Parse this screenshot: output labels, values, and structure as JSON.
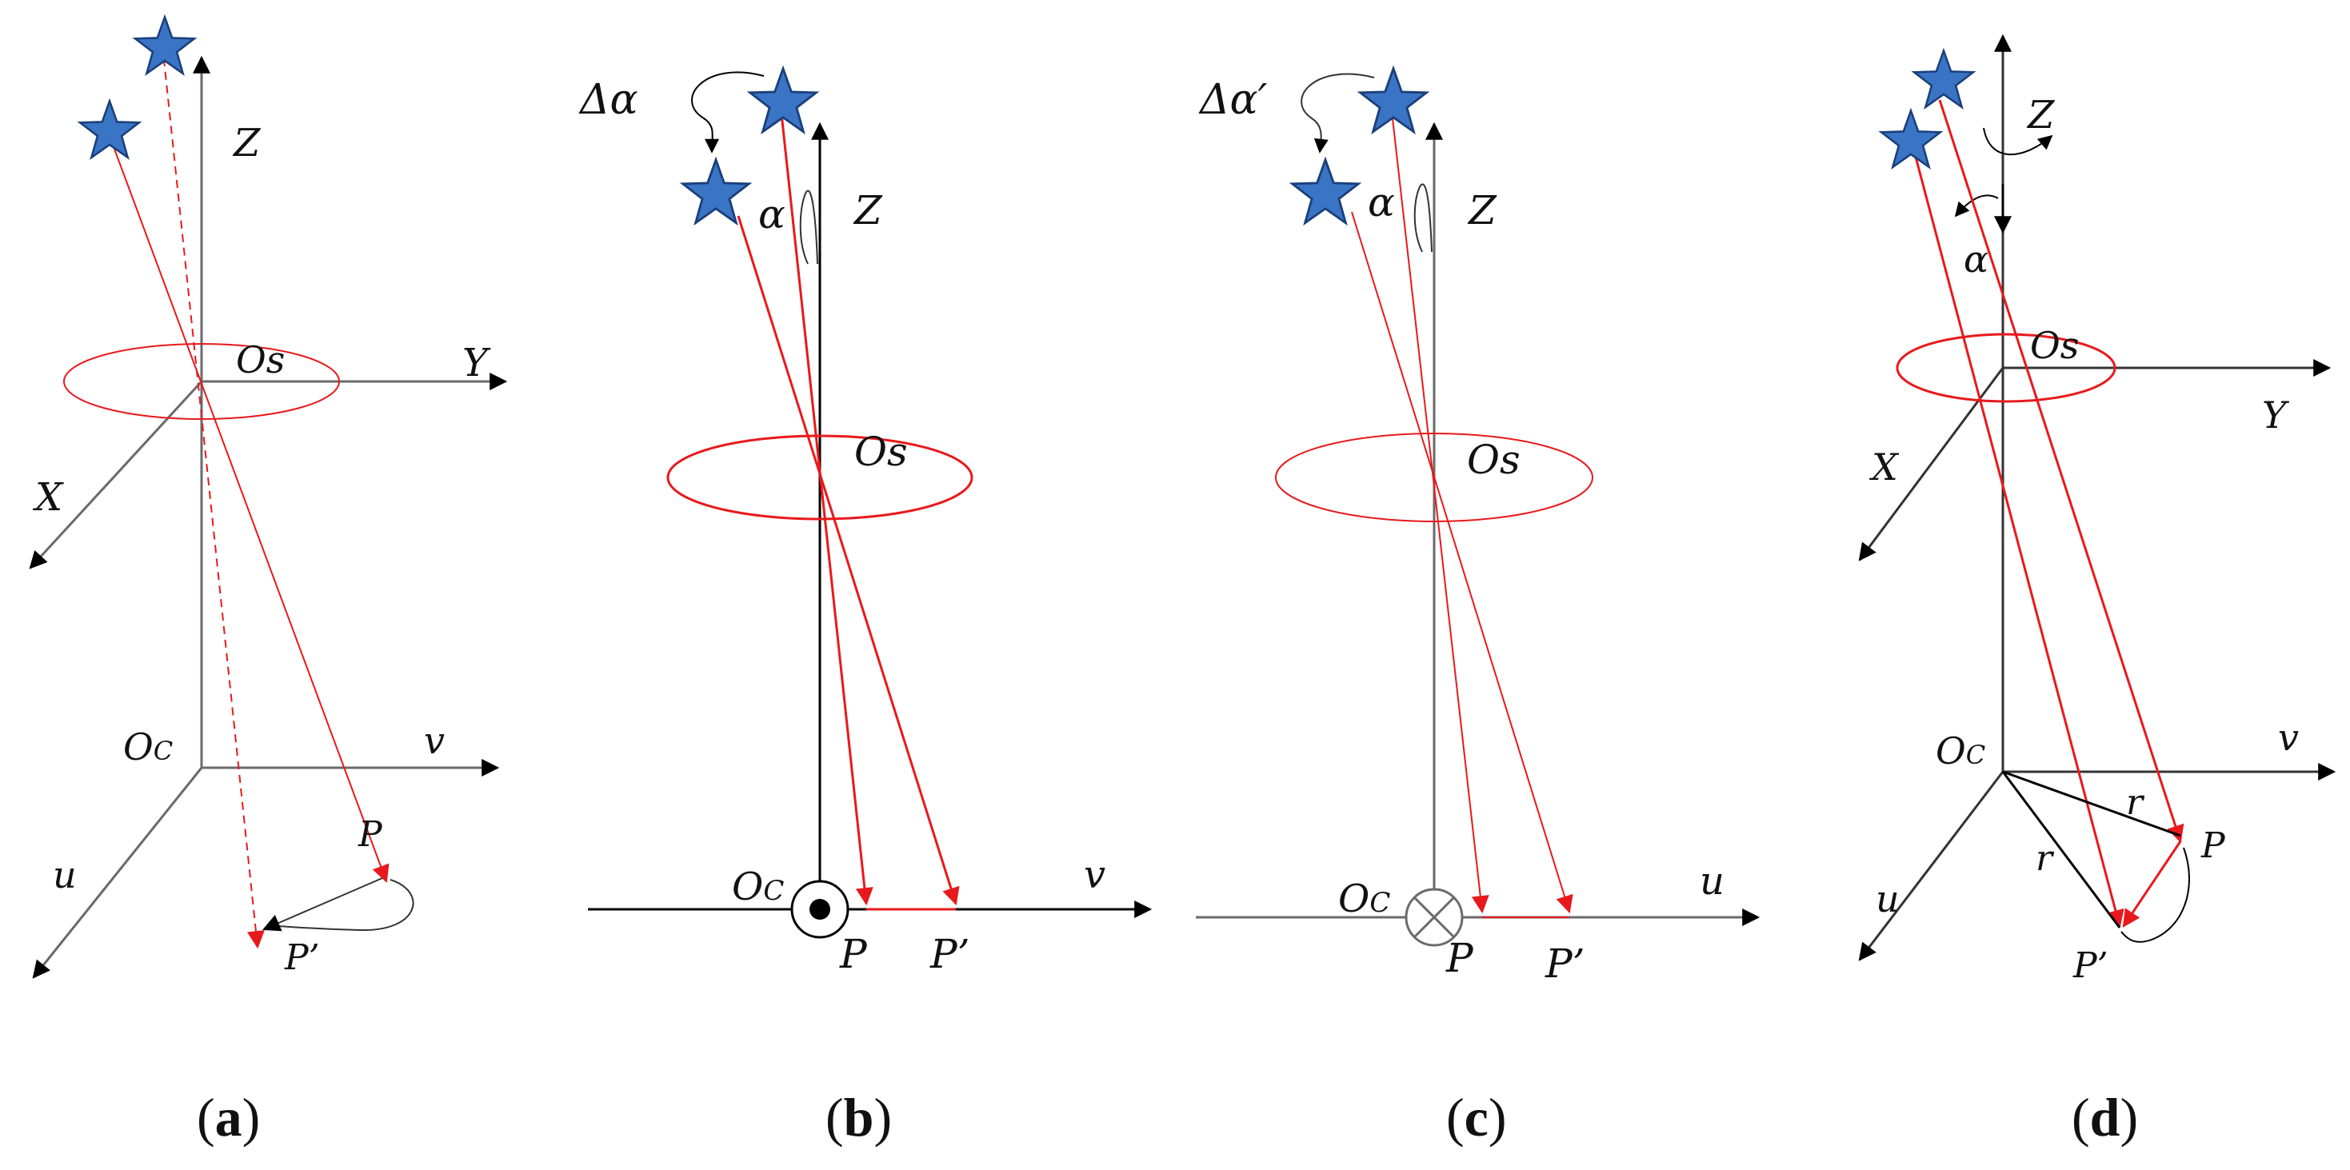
{
  "colors": {
    "star": "#3a74c4",
    "star_outline": "#1a3f7a",
    "ray": "#e8191c",
    "axis": "#000000",
    "ellipse": "#e8191c"
  },
  "panels": [
    {
      "id": "a",
      "caption_open": "(",
      "caption_letter": "a",
      "caption_close": ")",
      "labels": {
        "z": "Z",
        "y": "Y",
        "x": "X",
        "os": "Os",
        "oc_main": "O",
        "oc_sub": "C",
        "v": "v",
        "u": "u",
        "p": "P",
        "p_prime": "P’"
      }
    },
    {
      "id": "b",
      "caption_open": "(",
      "caption_letter": "b",
      "caption_close": ")",
      "labels": {
        "delta_alpha": "Δα",
        "alpha": "α",
        "z": "Z",
        "os": "Os",
        "oc_main": "O",
        "oc_sub": "C",
        "v": "v",
        "p": "P",
        "p_prime": "P’"
      }
    },
    {
      "id": "c",
      "caption_open": "(",
      "caption_letter": "c",
      "caption_close": ")",
      "labels": {
        "delta_alpha": "Δα′",
        "alpha": "α",
        "z": "Z",
        "os": "Os",
        "oc_main": "O",
        "oc_sub": "C",
        "u": "u",
        "p": "P",
        "p_prime": "P’"
      }
    },
    {
      "id": "d",
      "caption_open": "(",
      "caption_letter": "d",
      "caption_close": ")",
      "labels": {
        "z": "Z",
        "alpha": "α",
        "os": "Os",
        "y": "Y",
        "x": "X",
        "oc_main": "O",
        "oc_sub": "C",
        "v": "v",
        "u": "u",
        "r1": "r",
        "r2": "r",
        "p": "P",
        "p_prime": "P’"
      }
    }
  ]
}
